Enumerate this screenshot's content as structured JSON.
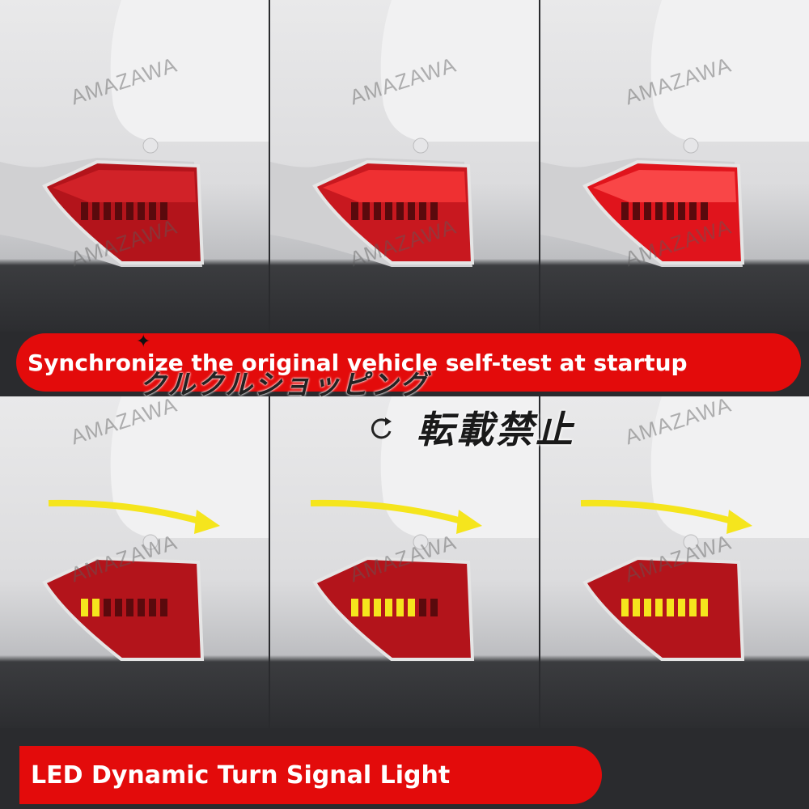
{
  "banners": {
    "top": "Synchronize the original vehicle self-test at startup",
    "bottom": "LED Dynamic Turn Signal Light"
  },
  "watermarks": {
    "brand": "AMAZAWA",
    "shop": "クルクルショッピング",
    "no_reprint": "転載禁止"
  },
  "colors": {
    "banner_red": "#e30b0b",
    "lamp_red": "#c0151b",
    "signal_yellow": "#f5e51d"
  },
  "panels": {
    "top_row": [
      "startup-frame-1",
      "startup-frame-2",
      "startup-frame-3"
    ],
    "bottom_row": [
      {
        "lit_segments": 2,
        "total_segments": 8
      },
      {
        "lit_segments": 6,
        "total_segments": 8
      },
      {
        "lit_segments": 8,
        "total_segments": 8
      }
    ]
  }
}
